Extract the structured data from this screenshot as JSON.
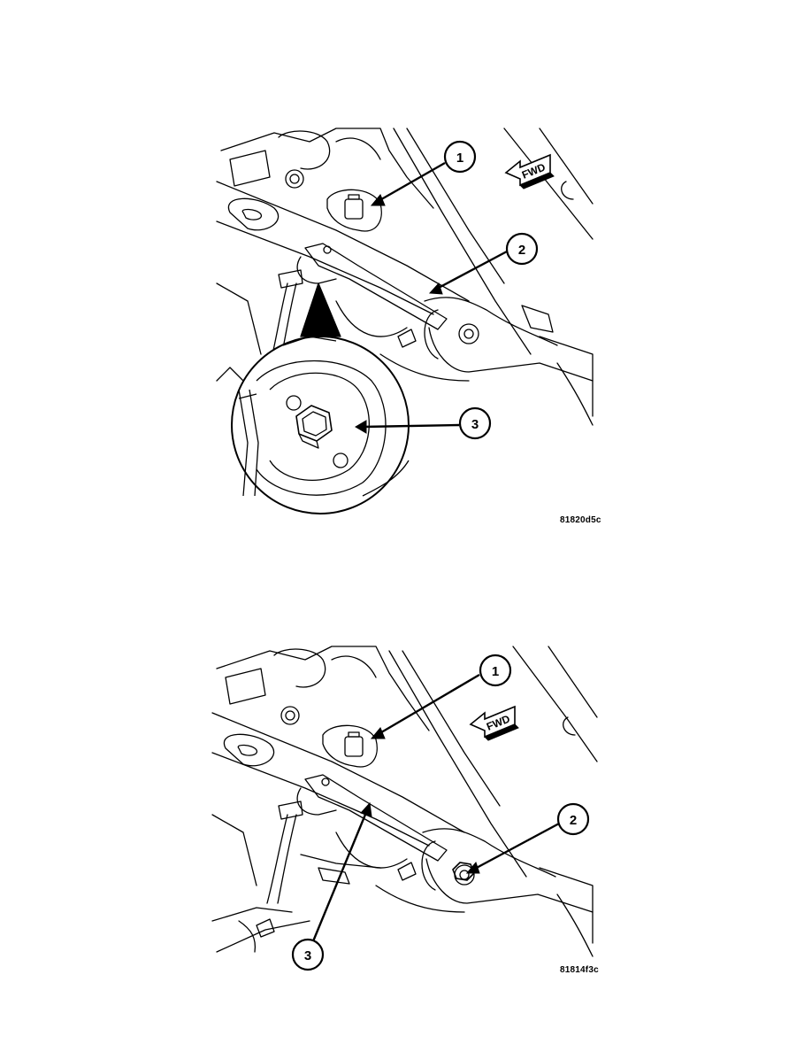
{
  "figures": [
    {
      "code": "81820d5c",
      "callouts": [
        "1",
        "2",
        "3"
      ],
      "fwd_label": "FWD"
    },
    {
      "code": "81814f3c",
      "callouts": [
        "1",
        "2",
        "3"
      ],
      "fwd_label": "FWD"
    }
  ]
}
